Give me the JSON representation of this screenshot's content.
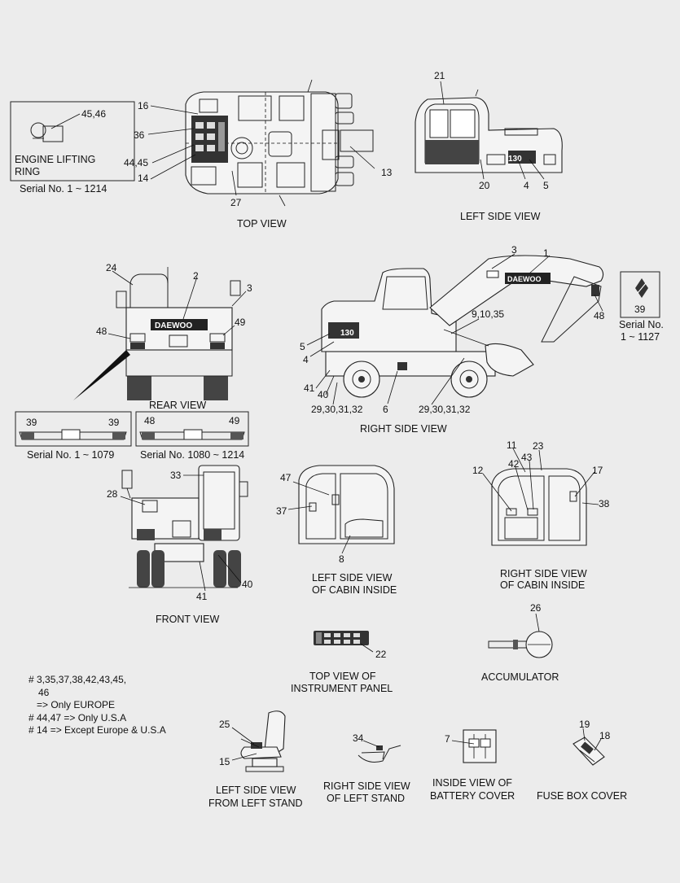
{
  "labels": {
    "top_view": {
      "caption": "TOP VIEW",
      "n16": "16",
      "n36": "36",
      "n44_45": "44,45",
      "n14": "14",
      "n27": "27",
      "n13": "13"
    },
    "engine_lifting": {
      "num": "45,46",
      "caption_line1": "ENGINE LIFTING",
      "caption_line2": "RING",
      "serial": "Serial No. 1 ~ 1214"
    },
    "left_side_view": {
      "caption": "LEFT SIDE VIEW",
      "n21": "21",
      "n20": "20",
      "n4": "4",
      "n5": "5"
    },
    "rear_view": {
      "caption": "REAR VIEW",
      "n24": "24",
      "n2": "2",
      "n3": "3",
      "n48": "48",
      "n49": "49",
      "brand": "DAEWOO"
    },
    "right_side_view": {
      "caption": "RIGHT SIDE VIEW",
      "n3": "3",
      "n1": "1",
      "n9_10_35": "9,10,35",
      "n5": "5",
      "n4": "4",
      "n41": "41",
      "n40": "40",
      "n29a": "29,30,31,32",
      "n6": "6",
      "n29b": "29,30,31,32",
      "n48": "48",
      "brand": "DAEWOO"
    },
    "serial_box_39": {
      "num": "39",
      "serial_line1": "Serial No.",
      "serial_line2": "1 ~ 1127"
    },
    "rear_strips": {
      "left": {
        "a": "39",
        "b": "39",
        "serial": "Serial No. 1 ~ 1079"
      },
      "right": {
        "a": "48",
        "b": "49",
        "serial": "Serial No. 1080 ~ 1214"
      }
    },
    "front_view": {
      "caption": "FRONT VIEW",
      "n33": "33",
      "n28": "28",
      "n41": "41",
      "n40": "40"
    },
    "cabin_left": {
      "caption_line1": "LEFT SIDE VIEW",
      "caption_line2": "OF CABIN INSIDE",
      "n47": "47",
      "n37": "37",
      "n8": "8"
    },
    "cabin_right": {
      "caption_line1": "RIGHT SIDE VIEW",
      "caption_line2": "OF CABIN INSIDE",
      "n11": "11",
      "n23": "23",
      "n43": "43",
      "n42": "42",
      "n12": "12",
      "n17": "17",
      "n38": "38"
    },
    "instrument_panel": {
      "caption_line1": "TOP VIEW OF",
      "caption_line2": "INSTRUMENT PANEL",
      "n22": "22"
    },
    "accumulator": {
      "caption": "ACCUMULATOR",
      "n26": "26"
    },
    "notes": {
      "line1": "# 3,35,37,38,42,43,45,",
      "line2": "46",
      "line3": "=> Only EUROPE",
      "line4": "# 44,47 => Only U.S.A",
      "line5": "# 14 => Except Europe & U.S.A"
    },
    "seat": {
      "caption_line1": "LEFT SIDE VIEW",
      "caption_line2": "FROM LEFT STAND",
      "n25": "25",
      "n15": "15"
    },
    "left_stand": {
      "caption_line1": "RIGHT SIDE VIEW",
      "caption_line2": "OF LEFT STAND",
      "n34": "34"
    },
    "battery_cover": {
      "caption_line1": "INSIDE VIEW OF",
      "caption_line2": "BATTERY COVER",
      "n7": "7"
    },
    "fuse_box": {
      "caption": "FUSE BOX COVER",
      "n19": "19",
      "n18": "18"
    }
  }
}
